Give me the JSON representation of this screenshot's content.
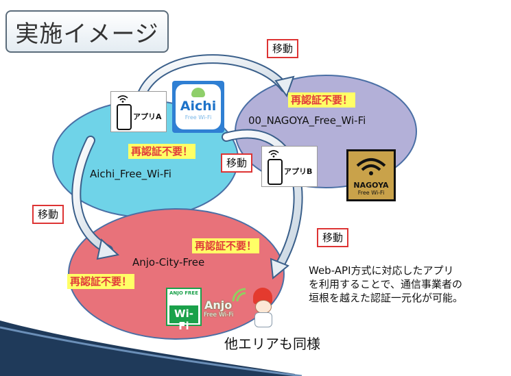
{
  "title": "実施イメージ",
  "networks": {
    "aichi": "Aichi_Free_Wi-Fi",
    "nagoya": "00_NAGOYA_Free_Wi-Fi",
    "anjo": "Anjo-City-Free"
  },
  "move_label": "移動",
  "reauth_label": "再認証不要！",
  "apps": {
    "a": "アプリA",
    "b": "アプリB"
  },
  "logos": {
    "aichi_line1": "Aichi",
    "aichi_line2": "Free Wi-Fi",
    "nagoya_line1": "NAGOYA",
    "nagoya_line2": "Free Wi-Fi",
    "anjo_top": "ANJO FREE",
    "anjo_wifi": "Wi-Fi",
    "anjo_text1": "Anjo",
    "anjo_text2": "Free Wi-Fi"
  },
  "description": [
    "Web-API方式に対応したアプリ",
    "を利用することで、通信事業者の",
    "垣根を越えた認証一元化が可能。"
  ],
  "footer": "他エリアも同様",
  "colors": {
    "aichi_fill": "#6fd3e8",
    "nagoya_fill": "#b3b0d8",
    "anjo_fill": "#e8727a",
    "reauth_bg": "#ffff66",
    "reauth_text": "#e03a3a"
  }
}
